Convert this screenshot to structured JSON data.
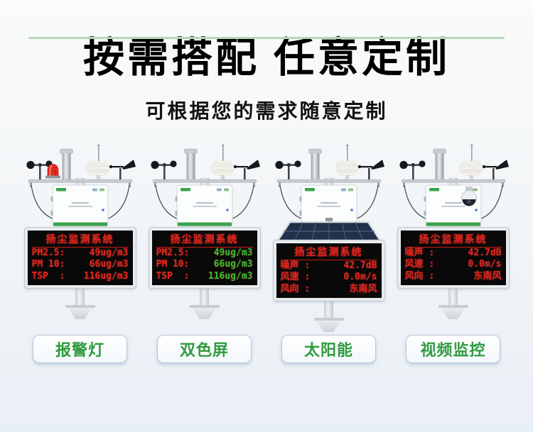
{
  "page": {
    "title": "按需搭配 任意定制",
    "subtitle": "可根据您的需求随意定制"
  },
  "theme": {
    "top_bar_green": "#b7d7b9",
    "accent_green": "#2f9b3f",
    "led_red": "#ff2d23",
    "led_green": "#39db39",
    "screen_bg": "#0a0a0b",
    "box_strip_green": "#3aa34c"
  },
  "stations": [
    {
      "feature": "alarm-light",
      "screen": {
        "title": "扬尘监测系统",
        "rows": [
          {
            "label": "PM2.5:",
            "value": "49ug/m3",
            "value_color": "led_red"
          },
          {
            "label": "PM 10:",
            "value": "66ug/m3",
            "value_color": "led_red"
          },
          {
            "label": "TSP  :",
            "value": "116ug/m3",
            "value_color": "led_red"
          }
        ]
      }
    },
    {
      "feature": "dual-color-screen",
      "screen": {
        "title": "扬尘监测系统",
        "rows": [
          {
            "label": "PM2.5:",
            "value": "49ug/m3",
            "value_color": "led_green"
          },
          {
            "label": "PM 10:",
            "value": "66ug/m3",
            "value_color": "led_green"
          },
          {
            "label": "TSP  :",
            "value": "116ug/m3",
            "value_color": "led_green"
          }
        ]
      }
    },
    {
      "feature": "solar-power",
      "screen": {
        "title": "扬尘监测系统",
        "rows": [
          {
            "label": "噪声 :",
            "value": "42.7dB",
            "value_color": "led_red"
          },
          {
            "label": "风速 :",
            "value": "0.0m/s",
            "value_color": "led_red"
          },
          {
            "label": "风向 :",
            "value": "东南风",
            "value_color": "led_red"
          }
        ]
      }
    },
    {
      "feature": "video-camera",
      "screen": {
        "title": "扬尘监测系统",
        "rows": [
          {
            "label": "噪声 :",
            "value": "42.7dB",
            "value_color": "led_red"
          },
          {
            "label": "风速 :",
            "value": "0.0m/s",
            "value_color": "led_red"
          },
          {
            "label": "风向 :",
            "value": "东南风",
            "value_color": "led_red"
          }
        ]
      }
    }
  ],
  "buttons": [
    {
      "label": "报警灯"
    },
    {
      "label": "双色屏"
    },
    {
      "label": "太阳能"
    },
    {
      "label": "视频监控"
    }
  ]
}
